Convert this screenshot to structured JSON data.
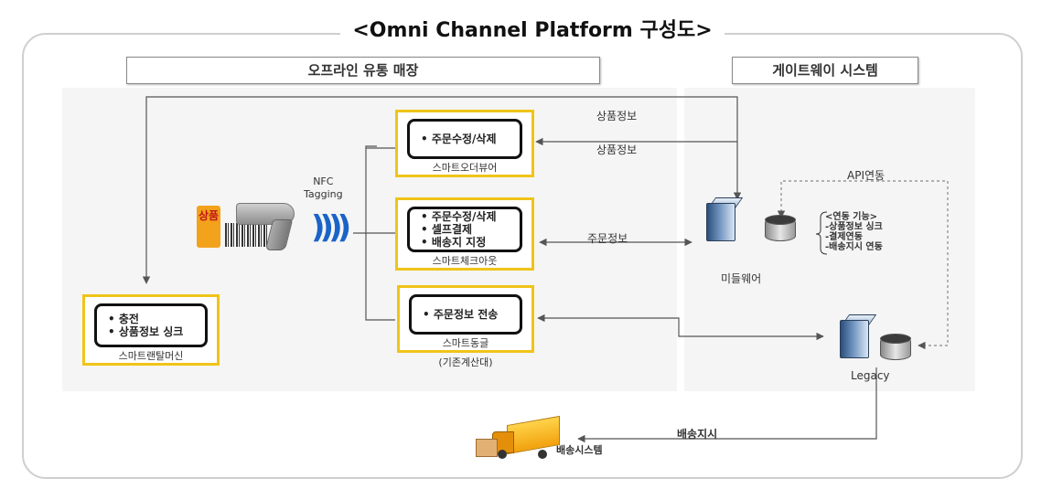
{
  "title": "<Omni Channel Platform 구성도>",
  "sections": {
    "offline": "오프라인 유통 매장",
    "gateway": "게이트웨이 시스템"
  },
  "boxes": {
    "order_viewer": {
      "items": [
        "주문수정/삭제"
      ],
      "label": "스마트오더뷰어"
    },
    "checkout": {
      "items": [
        "주문수정/삭제",
        "셀프결제",
        "배송지 지정"
      ],
      "label": "스마트체크아웃"
    },
    "pos": {
      "items": [
        "주문정보 전송"
      ],
      "label": "스마트동글",
      "sublabel": "(기존계산대)"
    },
    "rental": {
      "items": [
        "충전",
        "상품정보 싱크"
      ],
      "label": "스마트랜탈머신"
    }
  },
  "bullet": "•",
  "product_tag": "상품",
  "nfc_label": "NFC\nTagging",
  "nfc_glyph": "))))",
  "links": {
    "product_info_top": "상품정보",
    "product_info": "상품정보",
    "order_info": "주문정보",
    "api_link": "API연동",
    "delivery_instruction": "배송지시"
  },
  "middleware": {
    "label": "미들웨어",
    "features_title": "<연동 기능>",
    "features": [
      "-상품정보 싱크",
      "-결제연동",
      "-배송지시 연동"
    ]
  },
  "legacy": {
    "label": "Legacy"
  },
  "delivery": {
    "label": "배송시스템"
  },
  "colors": {
    "box_border": "#f0c418",
    "inner_border": "#111111",
    "frame": "#cfcfcf",
    "band": "#f5f5f5",
    "line": "#555555"
  }
}
